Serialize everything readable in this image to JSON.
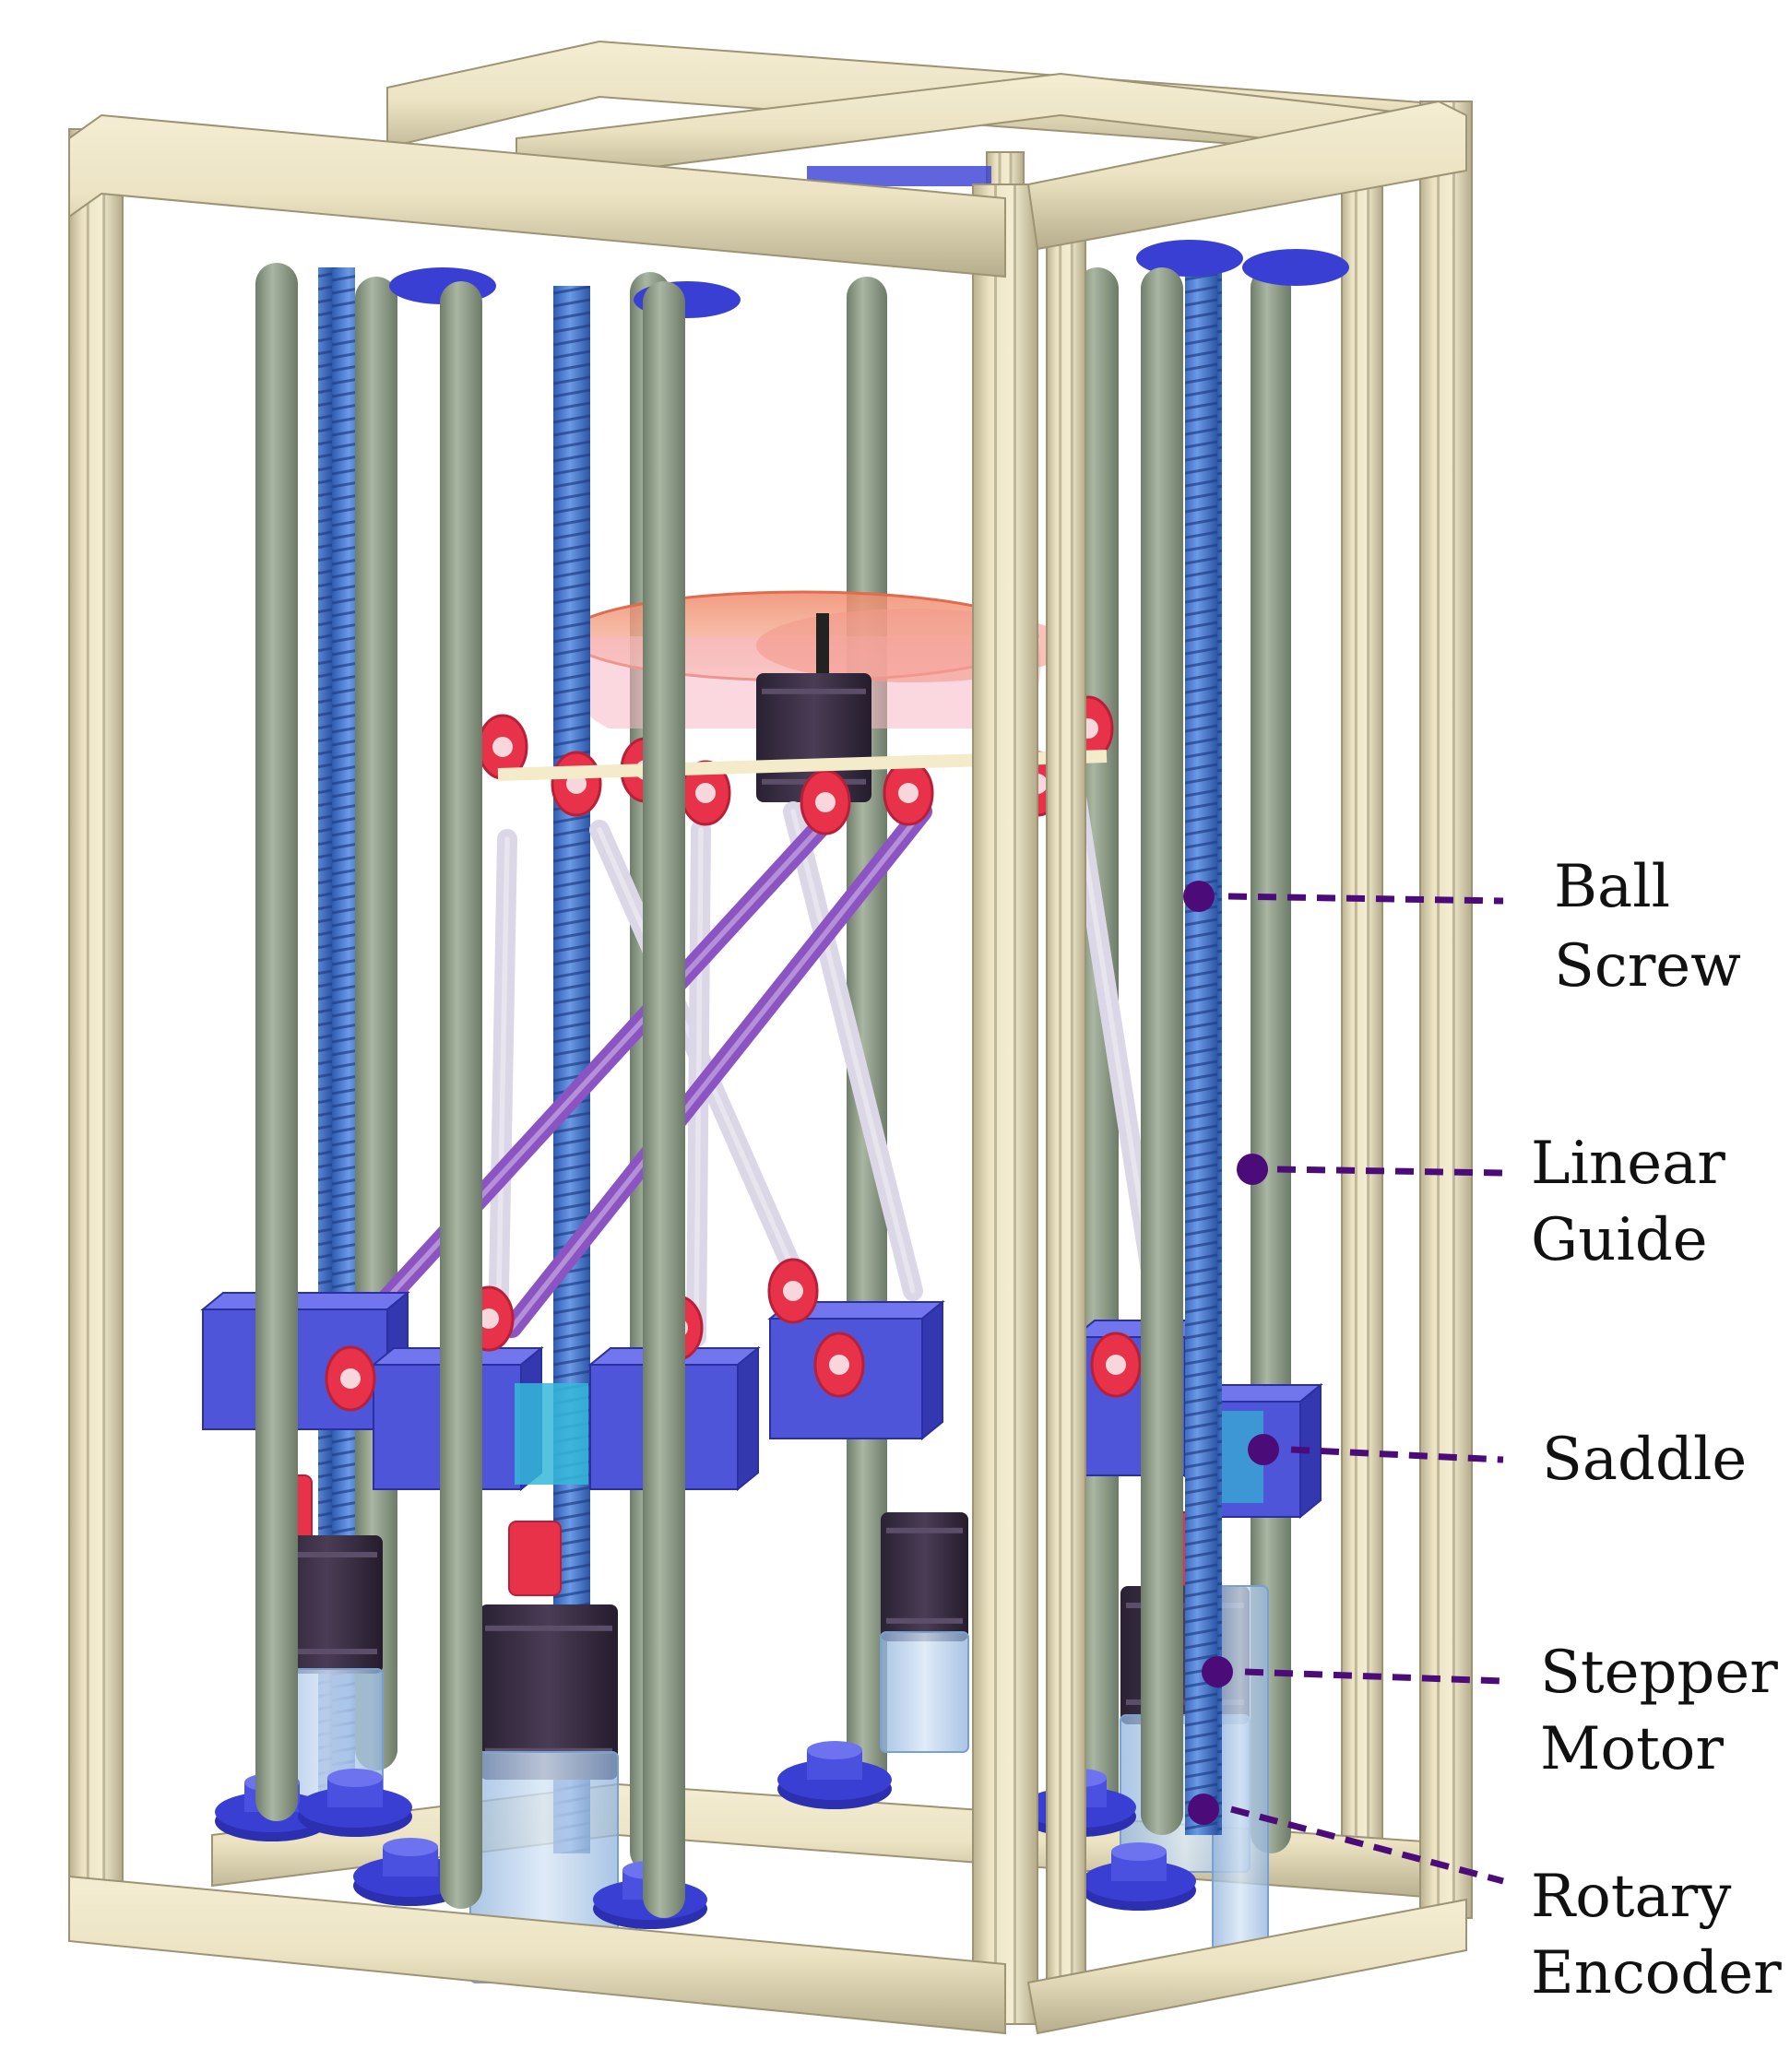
{
  "callouts": [
    {
      "id": "ball-screw",
      "lines": [
        "Ball",
        "Screw"
      ]
    },
    {
      "id": "linear-guide",
      "lines": [
        "Linear",
        "Guide"
      ]
    },
    {
      "id": "saddle",
      "lines": [
        "Saddle"
      ]
    },
    {
      "id": "stepper-motor",
      "lines": [
        "Stepper",
        "Motor"
      ]
    },
    {
      "id": "rotary-encoder",
      "lines": [
        "Rotary",
        "Encoder"
      ]
    }
  ],
  "colors": {
    "frame": "#ece3c3",
    "frame_shadow": "#c9bf9c",
    "frame_edge": "#9c9474",
    "guide_rod": "#8b9a86",
    "ball_screw": "#3f74c8",
    "saddle": "#4f55d8",
    "motor": "#3b2e45",
    "encoder": "#a9c6e8",
    "arm_red": "#e8324a",
    "arm_purple": "#8c54c2",
    "arm_white": "#dcd7e6",
    "platform": "#f6a68a",
    "callout_line": "#4b0c7a",
    "callout_dot": "#4b0c7a",
    "mount_blue": "#3a3fd4"
  }
}
